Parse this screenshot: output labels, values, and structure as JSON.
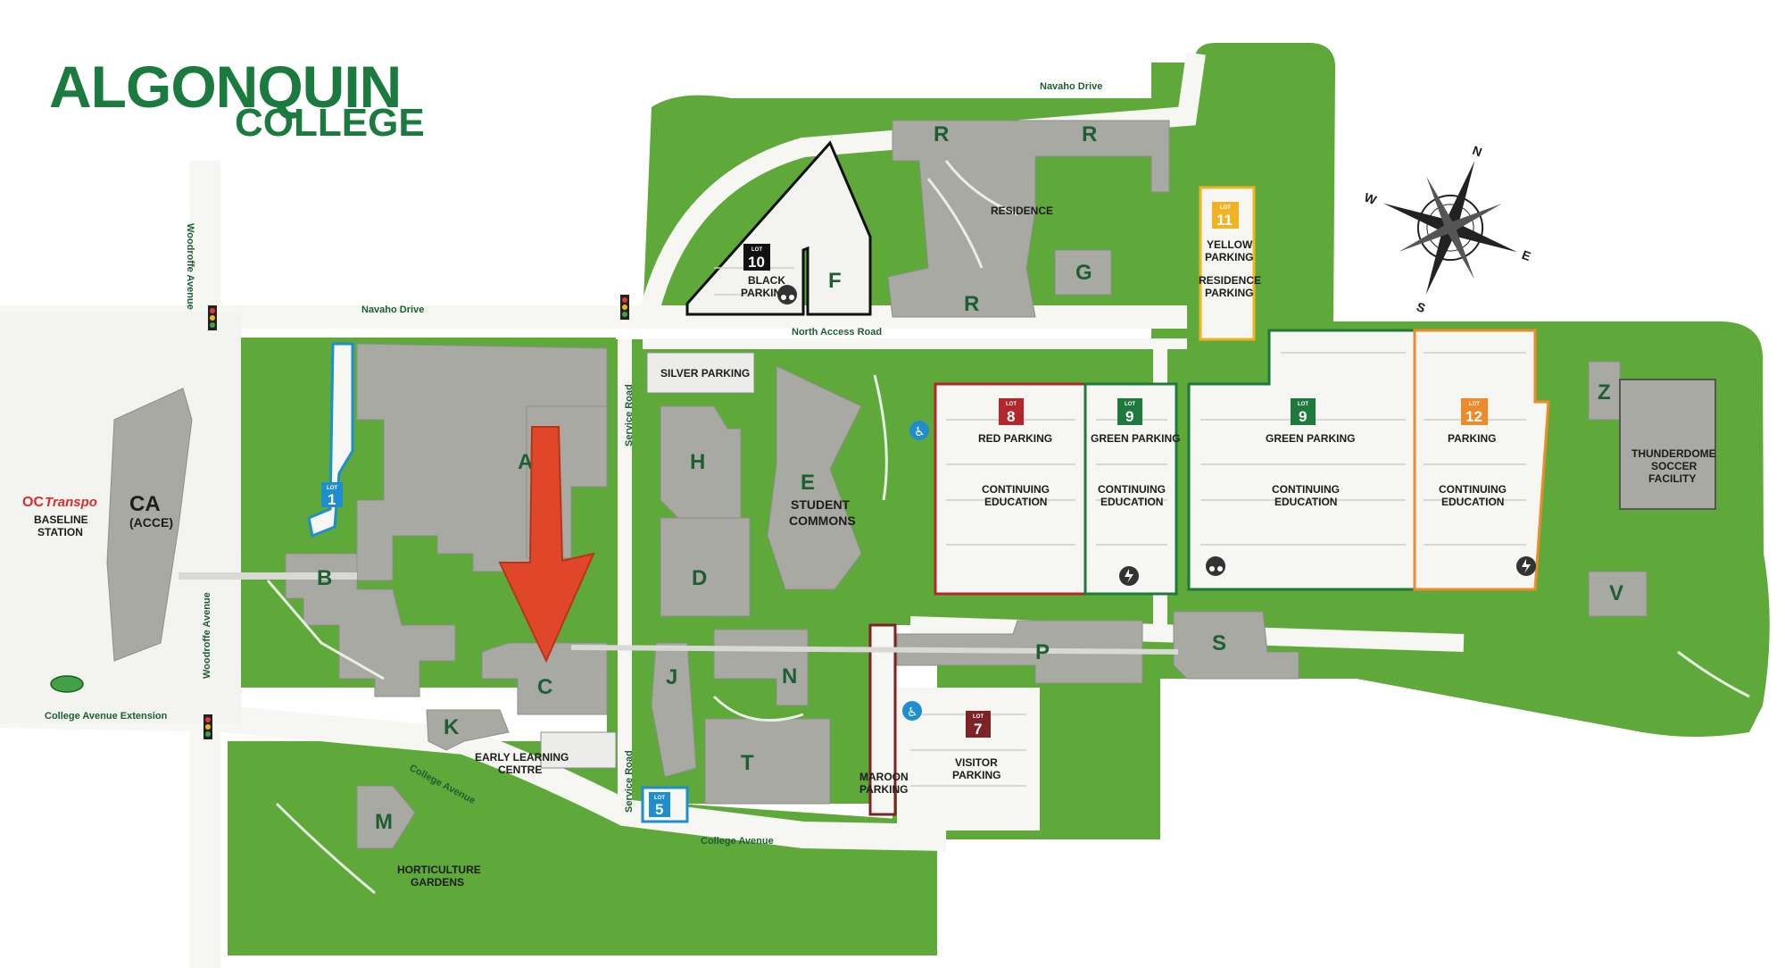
{
  "logo": {
    "line1": "ALGONQUIN",
    "line2": "COLLEGE"
  },
  "roads": {
    "navaho_top": "Navaho Drive",
    "navaho_left": "Navaho Drive",
    "north_access": "North Access Road",
    "woodroffe_top": "Woodroffe Avenue",
    "woodroffe_bottom": "Woodroffe Avenue",
    "service_road_top": "Service Road",
    "service_road_bottom": "Service Road",
    "college_ext": "College Avenue Extension",
    "college_ave_diag": "College Avenue",
    "college_ave_bottom": "College Avenue"
  },
  "buildings": {
    "A": "A",
    "B": "B",
    "C": "C",
    "CA": "CA",
    "CA_sub": "(ACCE)",
    "D": "D",
    "E": "E",
    "E_sub1": "STUDENT",
    "E_sub2": "COMMONS",
    "F": "F",
    "G": "G",
    "H": "H",
    "J": "J",
    "K": "K",
    "M": "M",
    "N": "N",
    "P": "P",
    "R1": "R",
    "R2": "R",
    "R3": "R",
    "S": "S",
    "T": "T",
    "V": "V",
    "Z": "Z"
  },
  "labels": {
    "residence": "RESIDENCE",
    "silver_parking": "SILVER PARKING",
    "transpo_oc": "OC",
    "transpo_word": "Transpo",
    "baseline1": "BASELINE",
    "baseline2": "STATION",
    "early1": "EARLY LEARNING",
    "early2": "CENTRE",
    "horti1": "HORTICULTURE",
    "horti2": "GARDENS",
    "maroon1": "MAROON",
    "maroon2": "PARKING",
    "visitor1": "VISITOR",
    "visitor2": "PARKING",
    "thunder1": "THUNDERDOME",
    "thunder2": "SOCCER",
    "thunder3": "FACILITY",
    "black1": "BLACK",
    "black2": "PARKING",
    "yellow1": "YELLOW",
    "yellow2": "PARKING",
    "resparking1": "RESIDENCE",
    "resparking2": "PARKING",
    "red_parking": "RED PARKING",
    "green_parking_a": "GREEN PARKING",
    "green_parking_b": "GREEN PARKING",
    "parking_12": "PARKING",
    "ce1": "CONTINUING",
    "ce2": "EDUCATION"
  },
  "lots": {
    "lot_word": "LOT",
    "lot1": "1",
    "lot5": "5",
    "lot7": "7",
    "lot8": "8",
    "lot9a": "9",
    "lot9b": "9",
    "lot10": "10",
    "lot11": "11",
    "lot12": "12"
  },
  "compass": {
    "n": "N",
    "s": "S",
    "e": "E",
    "w": "W"
  },
  "colors": {
    "brand_green": "#1b7a3e",
    "grass": "#5fa83a",
    "building": "#a9a9a4",
    "red_lot": "#b3262b",
    "green_lot": "#1e7a3c",
    "orange_lot": "#ef8a2a",
    "yellow_lot": "#f0b323",
    "blue_lot": "#1e8ecf",
    "maroon_lot": "#7d2327",
    "black_lot": "#111111",
    "arrow": "#e0472a"
  }
}
